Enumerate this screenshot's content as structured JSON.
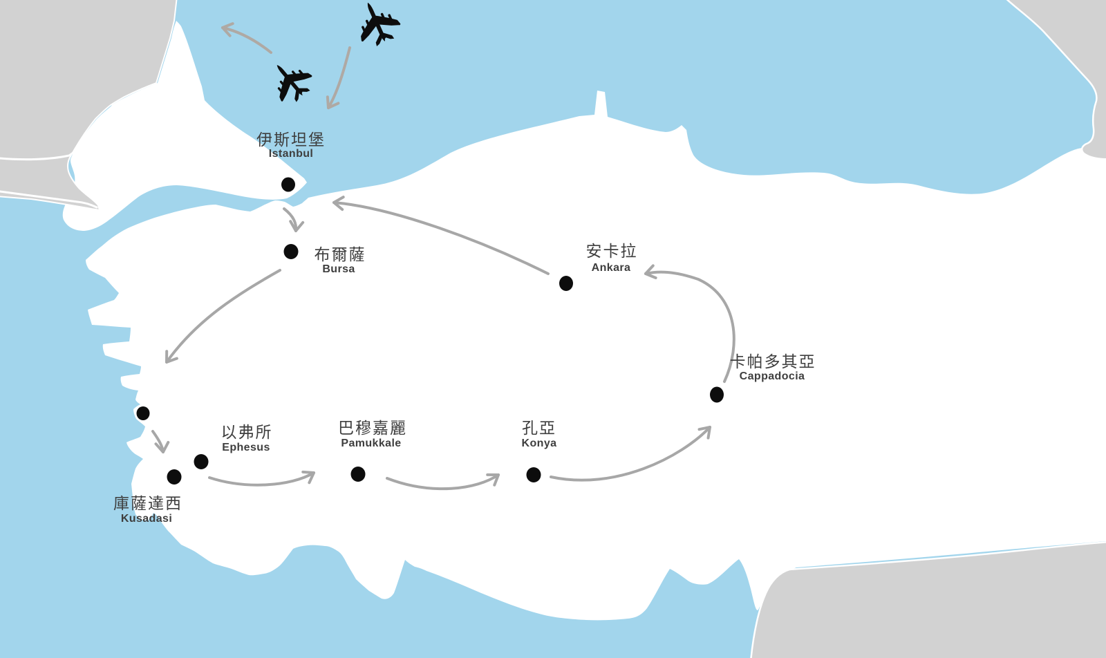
{
  "map_type": "tour-route-map",
  "colors": {
    "sea": "#A2D5EC",
    "turkey_land": "#FFFFFF",
    "neighbor_land": "#D2D2D2",
    "route_arrow": "#A7A7A7",
    "plane_arrow": "#AFA9A4",
    "city_dot": "#0D0D0D",
    "label_text": "#3E3E3E"
  },
  "icons": {
    "arriving_plane": "airplane-icon",
    "departing_plane": "airplane-icon"
  },
  "cities": [
    {
      "id": "istanbul",
      "zh": "伊斯坦堡",
      "en": "Istanbul"
    },
    {
      "id": "bursa",
      "zh": "布爾薩",
      "en": "Bursa"
    },
    {
      "id": "ankara",
      "zh": "安卡拉",
      "en": "Ankara"
    },
    {
      "id": "cappadocia",
      "zh": "卡帕多其亞",
      "en": "Cappadocia"
    },
    {
      "id": "konya",
      "zh": "孔亞",
      "en": "Konya"
    },
    {
      "id": "pamukkale",
      "zh": "巴穆嘉麗",
      "en": "Pamukkale"
    },
    {
      "id": "ephesus",
      "zh": "以弗所",
      "en": "Ephesus"
    },
    {
      "id": "kusadasi",
      "zh": "庫薩達西",
      "en": "Kusadasi"
    }
  ],
  "routes": [
    "plane-arrival-to-istanbul",
    "plane-departure-from-istanbul",
    "istanbul-to-bursa",
    "bursa-to-aegean-coast",
    "coast-to-kusadasi",
    "ephesus-to-pamukkale",
    "pamukkale-to-konya",
    "konya-to-cappadocia",
    "cappadocia-to-ankara",
    "ankara-to-istanbul"
  ]
}
